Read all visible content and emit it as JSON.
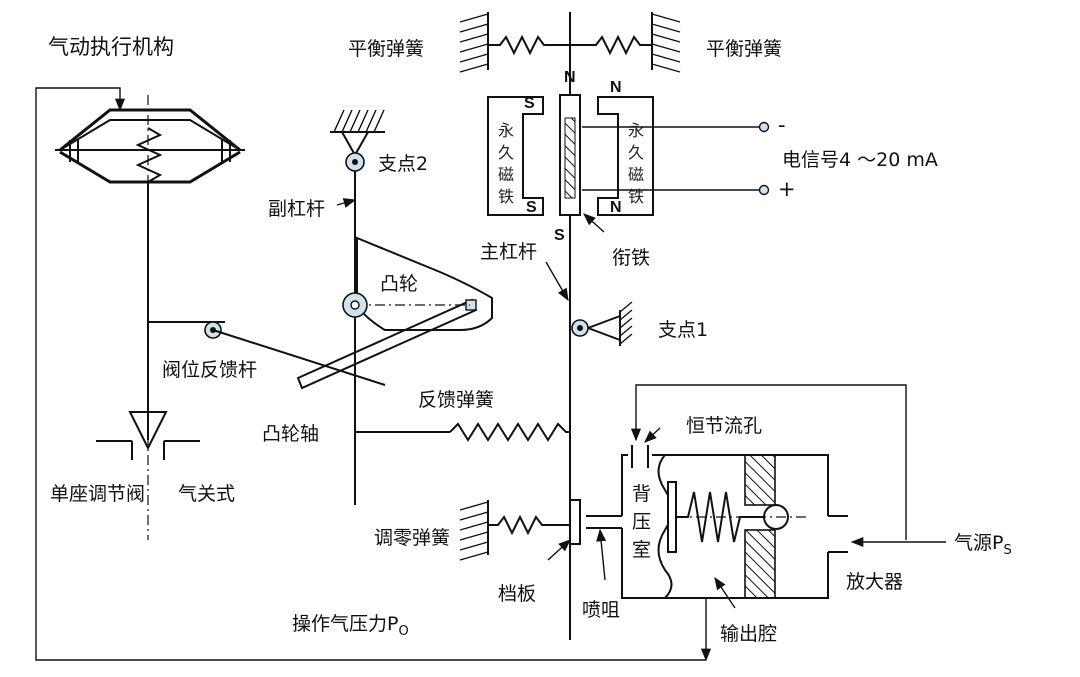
{
  "labels": {
    "actuator": "气动执行机构",
    "balance_spring_left": "平衡弹簧",
    "balance_spring_right": "平衡弹簧",
    "signal": "电信号4 ～20 mA",
    "signal_minus": "-",
    "signal_plus": "+",
    "magnet_left": [
      "永",
      "久",
      "磁",
      "铁"
    ],
    "magnet_right": [
      "永",
      "久",
      "磁",
      "铁"
    ],
    "pole_n_top": "N",
    "pole_s_bottom": "S",
    "pole_s_left_top": "S",
    "pole_s_left_bottom": "S",
    "pole_n_right_top": "N",
    "pole_n_right_bottom": "N",
    "armature": "衔铁",
    "main_lever": "主杠杆",
    "fulcrum1": "支点1",
    "fulcrum2": "支点2",
    "aux_lever": "副杠杆",
    "cam": "凸轮",
    "valve_feedback_rod": "阀位反馈杆",
    "cam_shaft": "凸轮轴",
    "feedback_spring": "反馈弹簧",
    "orifice": "恒节流孔",
    "back_pressure_chamber": [
      "背",
      "压",
      "室"
    ],
    "air_source": "气源P",
    "air_source_sub": "S",
    "amplifier": "放大器",
    "zero_spring": "调零弹簧",
    "baffle": "档板",
    "nozzle": "喷咀",
    "output_chamber": "输出腔",
    "operating_pressure": "操作气压力P",
    "operating_pressure_sub": "O",
    "valve": "单座调节阀",
    "air_close": "气关式"
  }
}
